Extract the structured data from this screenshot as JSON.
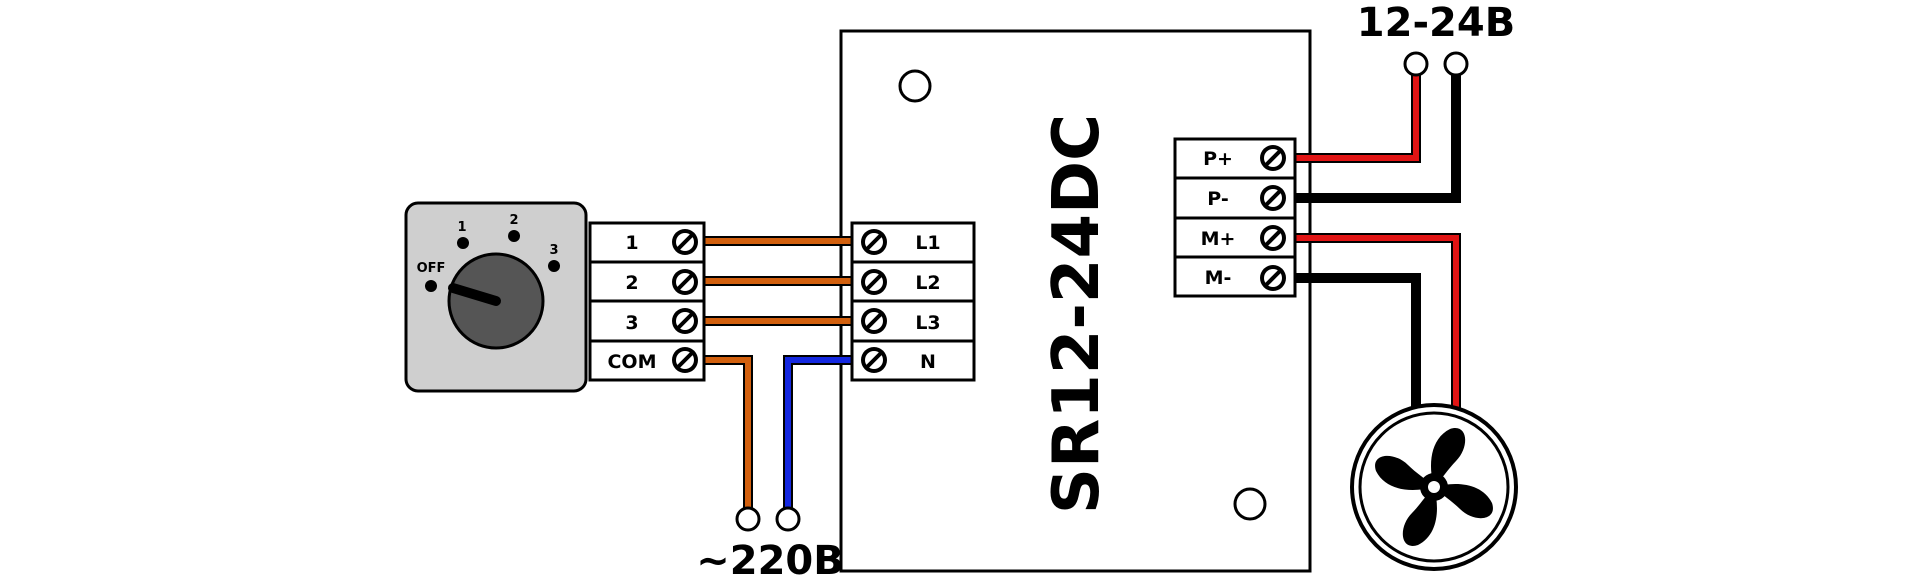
{
  "supply_voltage_label": "~220В",
  "dc_voltage_label": "12-24В",
  "model_label": "SR12-24DC",
  "switch_positions": [
    "OFF",
    "1",
    "2",
    "3"
  ],
  "switch_terminals": [
    "1",
    "2",
    "3",
    "COM"
  ],
  "controller_input_terminals": [
    "L1",
    "L2",
    "L3",
    "N"
  ],
  "controller_output_terminals": [
    "P+",
    "P-",
    "M+",
    "M-"
  ],
  "colors": {
    "phase_wire": "#d2600e",
    "neutral_wire": "#1428e0",
    "positive_wire": "#e11414",
    "negative_wire": "#000000",
    "switch_body": "#cfcfcf",
    "knob": "#555555"
  },
  "icons": [
    "rotary-switch-icon",
    "fan-icon",
    "screw-terminal-icon"
  ]
}
